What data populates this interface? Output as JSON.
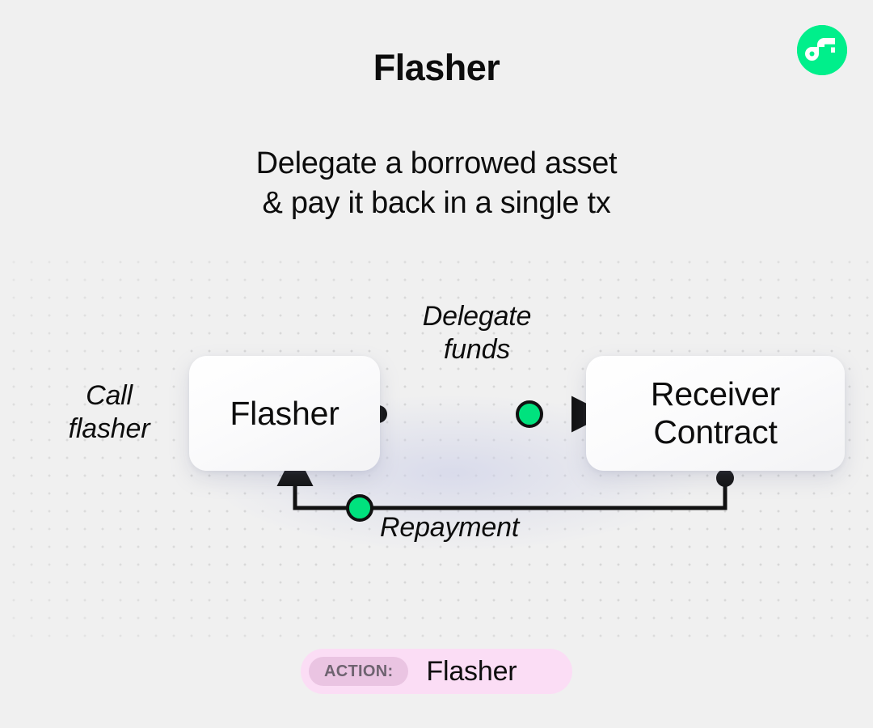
{
  "page": {
    "background_color": "#f0f0f0",
    "title": "Flasher",
    "subtitle_line1": "Delegate a borrowed asset",
    "subtitle_line2": "& pay it back in a single tx"
  },
  "logo": {
    "name": "flow-logo",
    "circle_color": "#00ef8b",
    "mark_color": "#ffffff"
  },
  "diagram": {
    "type": "flow",
    "accent_color": "#00e27e",
    "line_color": "#111111",
    "nodes": [
      {
        "id": "flasher",
        "label": "Flasher"
      },
      {
        "id": "receiver",
        "label_line1": "Receiver",
        "label_line2": "Contract"
      }
    ],
    "edges": [
      {
        "id": "call",
        "label_line1": "Call",
        "label_line2": "flasher",
        "from": "caller",
        "to": "flasher"
      },
      {
        "id": "delegate",
        "label_line1": "Delegate",
        "label_line2": "funds",
        "from": "flasher",
        "to": "receiver"
      },
      {
        "id": "repayment",
        "label_line1": "Repayment",
        "from": "receiver",
        "to": "flasher"
      }
    ]
  },
  "footer": {
    "action_tag": "ACTION:",
    "action_value": "Flasher",
    "pill_color": "#fbddf5",
    "tag_color": "#eac4e2"
  }
}
